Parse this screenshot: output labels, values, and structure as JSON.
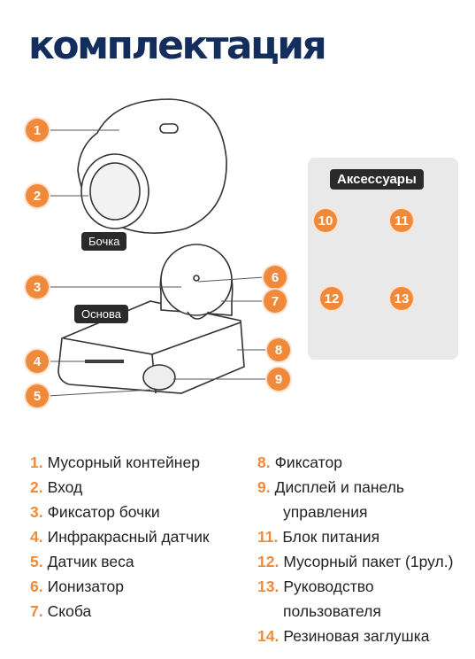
{
  "title": "комплектация",
  "tags": {
    "barrel": "Бочка",
    "base": "Основа",
    "accessories": "Аксессуары"
  },
  "markers": [
    "1",
    "2",
    "3",
    "4",
    "5",
    "6",
    "7",
    "8",
    "9",
    "10",
    "11",
    "12",
    "13"
  ],
  "legend_left": [
    {
      "num": "1.",
      "text": "Мусорный контейнер"
    },
    {
      "num": "2.",
      "text": "Вход"
    },
    {
      "num": "3.",
      "text": "Фиксатор бочки"
    },
    {
      "num": "4.",
      "text": "Инфракрасный датчик"
    },
    {
      "num": "5.",
      "text": "Датчик веса"
    },
    {
      "num": "6.",
      "text": "Ионизатор"
    },
    {
      "num": "7.",
      "text": "Скоба"
    }
  ],
  "legend_right": [
    {
      "num": "8.",
      "text": "Фиксатор"
    },
    {
      "num": "9.",
      "text": "Дисплей и панель",
      "cont": "управления"
    },
    {
      "num": "11.",
      "text": "Блок питания"
    },
    {
      "num": "12.",
      "text": "Мусорный пакет (1рул.)"
    },
    {
      "num": "13.",
      "text": "Руководство",
      "cont": "пользователя"
    },
    {
      "num": "14.",
      "text": "Резиновая заглушка"
    }
  ],
  "colors": {
    "accent": "#f08a3a",
    "title": "#132d5c",
    "tag_bg": "#2a2a2a",
    "panel": "#e9e9ea"
  }
}
